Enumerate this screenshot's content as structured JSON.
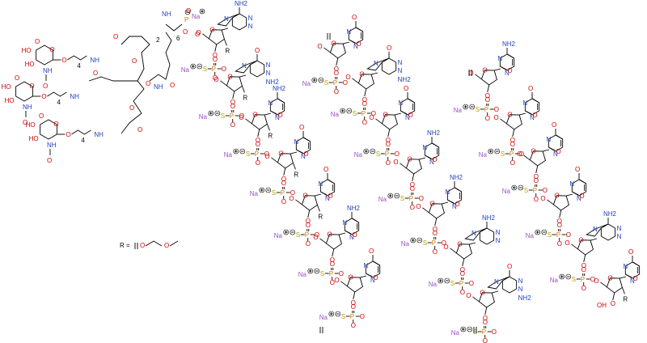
{
  "colors": {
    "nitrogen": "#1f3fbf",
    "oxygen": "#d10000",
    "phosphorus": "#d47a00",
    "sulfur": "#b8a000",
    "sodium": "#9b4fc8",
    "bond": "#000000"
  },
  "legend": {
    "r_definition": "R = ",
    "r_group_atoms": [
      "O",
      "O"
    ]
  },
  "linker": {
    "subscripts": [
      "4",
      "4",
      "4",
      "6",
      "2"
    ],
    "atoms": [
      "O",
      "HO",
      "HO",
      "NH",
      "O",
      "O",
      "HO",
      "HO",
      "NH",
      "O",
      "O",
      "O",
      "O",
      "O",
      "O",
      "O",
      "O",
      "HO",
      "HO",
      "NH",
      "O",
      "O",
      "O",
      "NH",
      "N",
      "NH",
      "O",
      "NH",
      "O"
    ]
  },
  "phosphate_counterion": "Na",
  "nucleosides": [
    {
      "base": "A",
      "label": "NH2"
    },
    {
      "base": "G",
      "label": "NH2"
    },
    {
      "base": "mC",
      "label": "NH2"
    },
    {
      "base": "T",
      "label": "NH"
    },
    {
      "base": "mC",
      "label": "NH2"
    },
    {
      "base": "T",
      "label": "NH"
    }
  ],
  "sugar_substituent": "R",
  "hydroxyl_terminus": "HO",
  "atom_labels": {
    "N": "N",
    "O": "O",
    "P": "P",
    "S": "S",
    "Na": "Na",
    "H": "H",
    "NH": "NH",
    "NH2": "NH2",
    "R": "R",
    "OH": "OH"
  }
}
